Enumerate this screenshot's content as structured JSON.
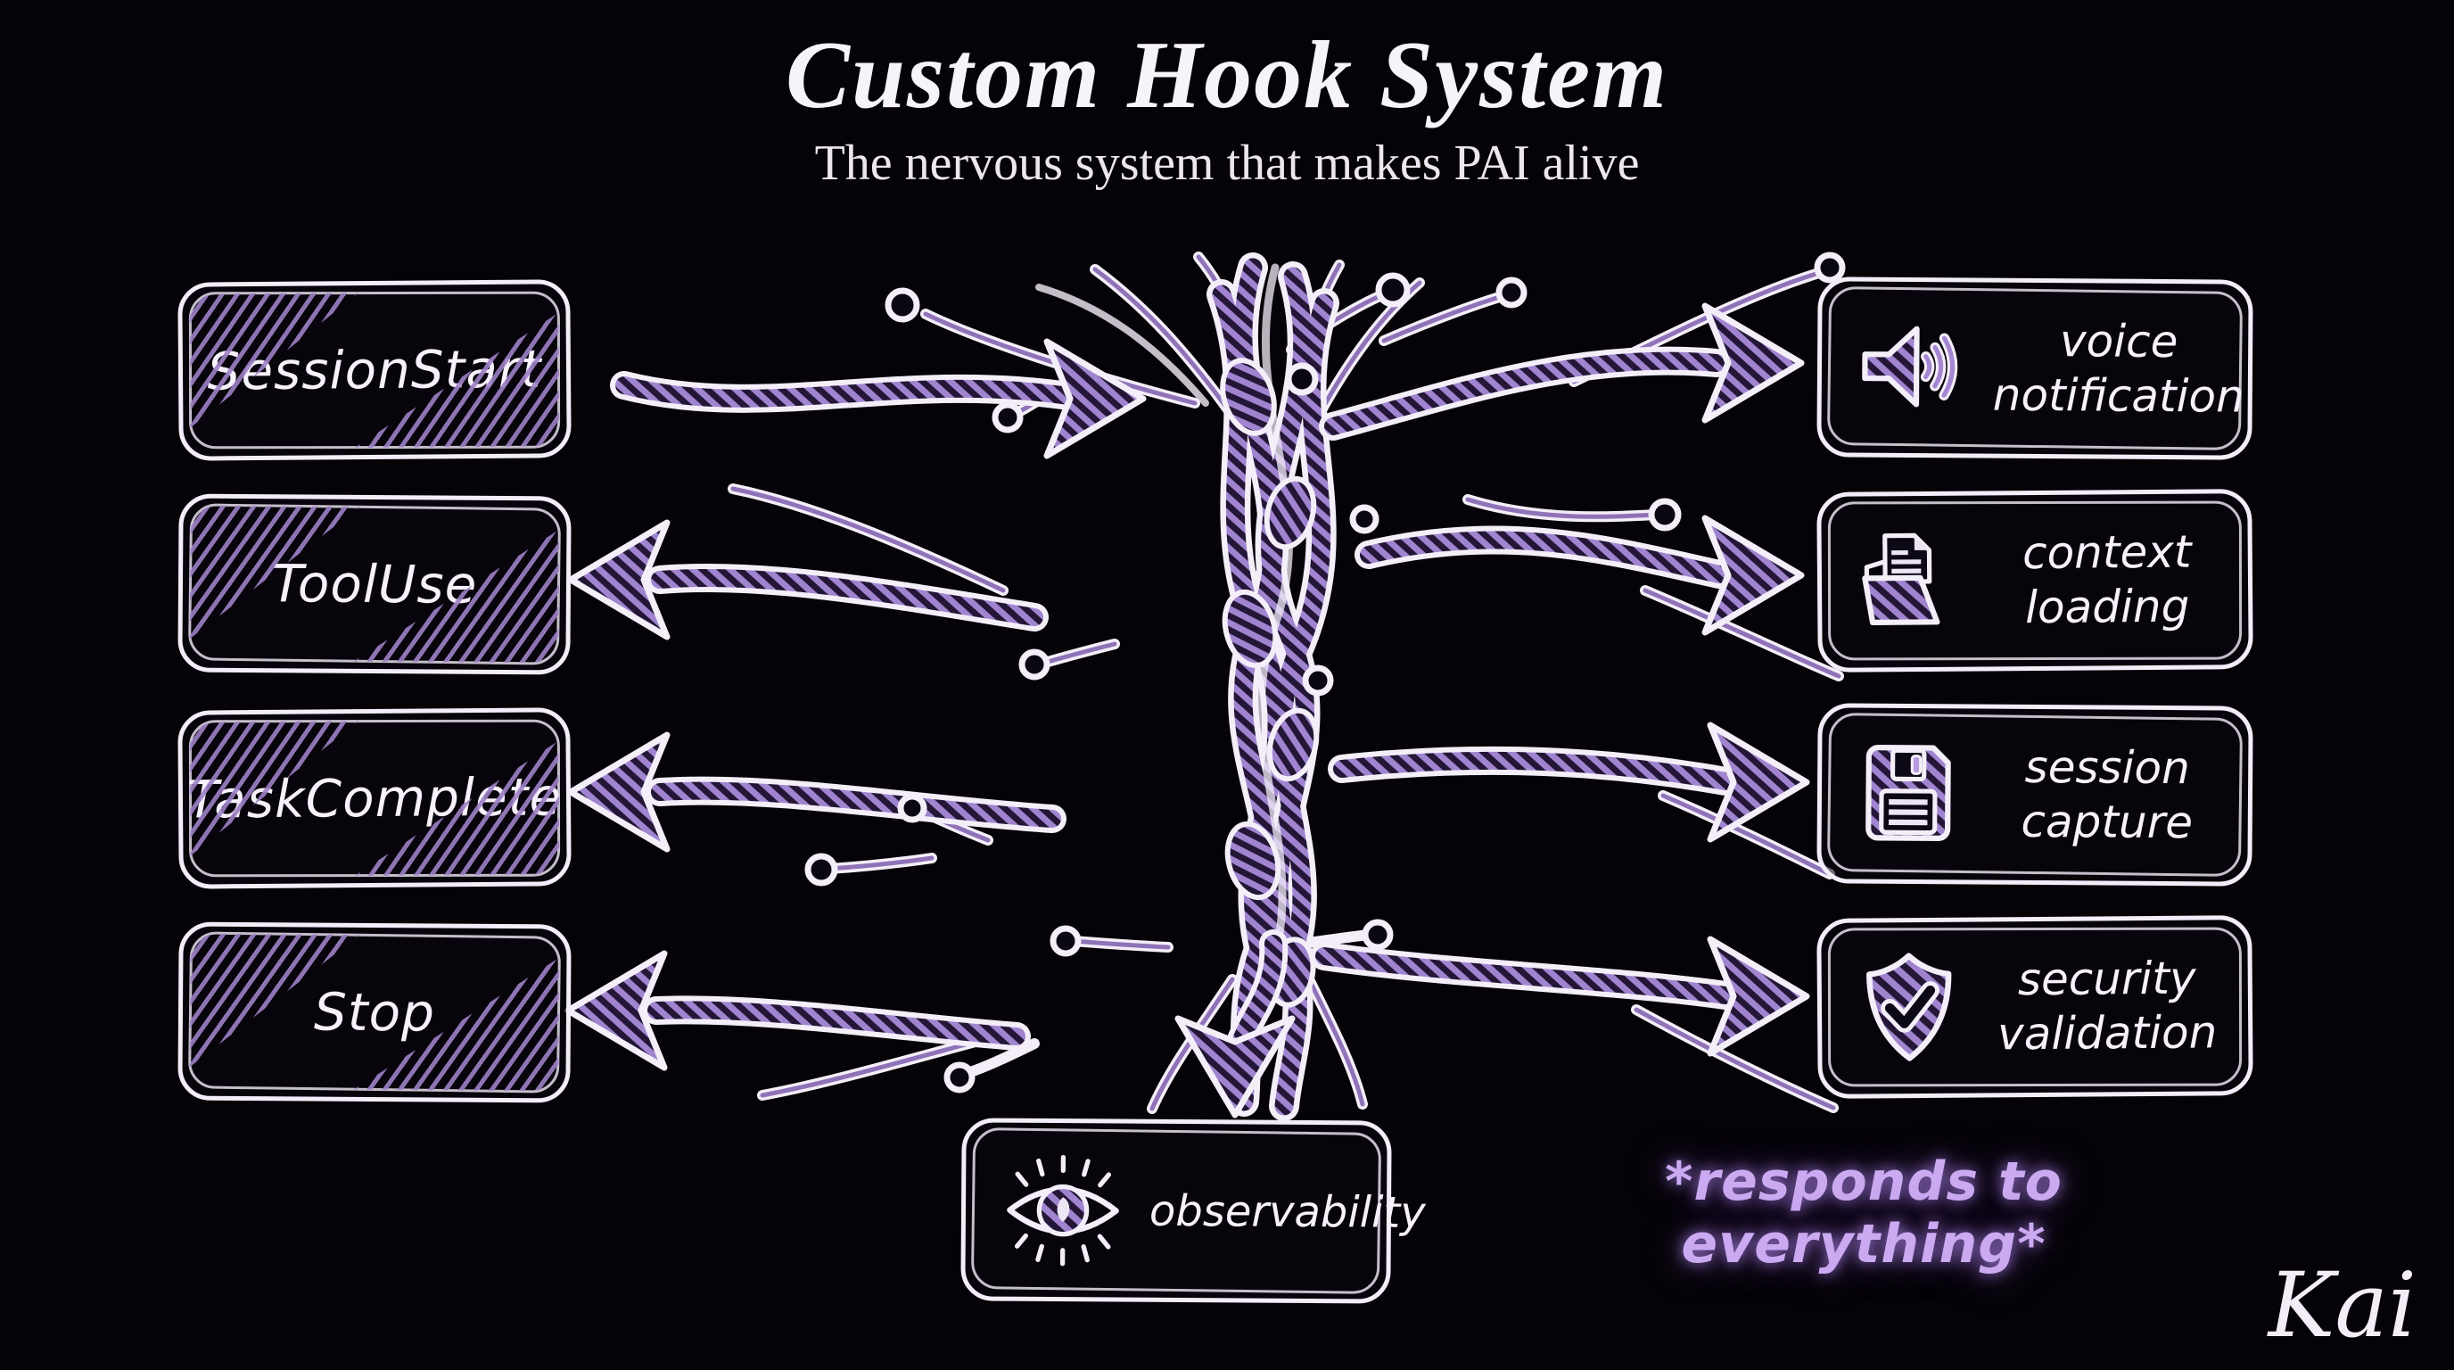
{
  "title": {
    "heading": "Custom Hook System",
    "subheading": "The nervous system that makes PAI alive"
  },
  "hooks": [
    {
      "label": "SessionStart"
    },
    {
      "label": "ToolUse"
    },
    {
      "label": "TaskComplete"
    },
    {
      "label": "Stop"
    }
  ],
  "outputs": [
    {
      "label": "voice notification",
      "icon": "speaker-icon"
    },
    {
      "label": "context loading",
      "icon": "folder-document-icon"
    },
    {
      "label": "session capture",
      "icon": "floppy-disk-icon"
    },
    {
      "label": "security validation",
      "icon": "shield-check-icon"
    }
  ],
  "bottom": {
    "label": "observability",
    "icon": "eye-icon"
  },
  "note": "*responds to everything*",
  "signature": "Kai",
  "colors": {
    "background": "#050307",
    "ink_white": "#f3eef8",
    "nerve_purple": "#9f82cd",
    "note_purple": "#cbaaf2"
  }
}
